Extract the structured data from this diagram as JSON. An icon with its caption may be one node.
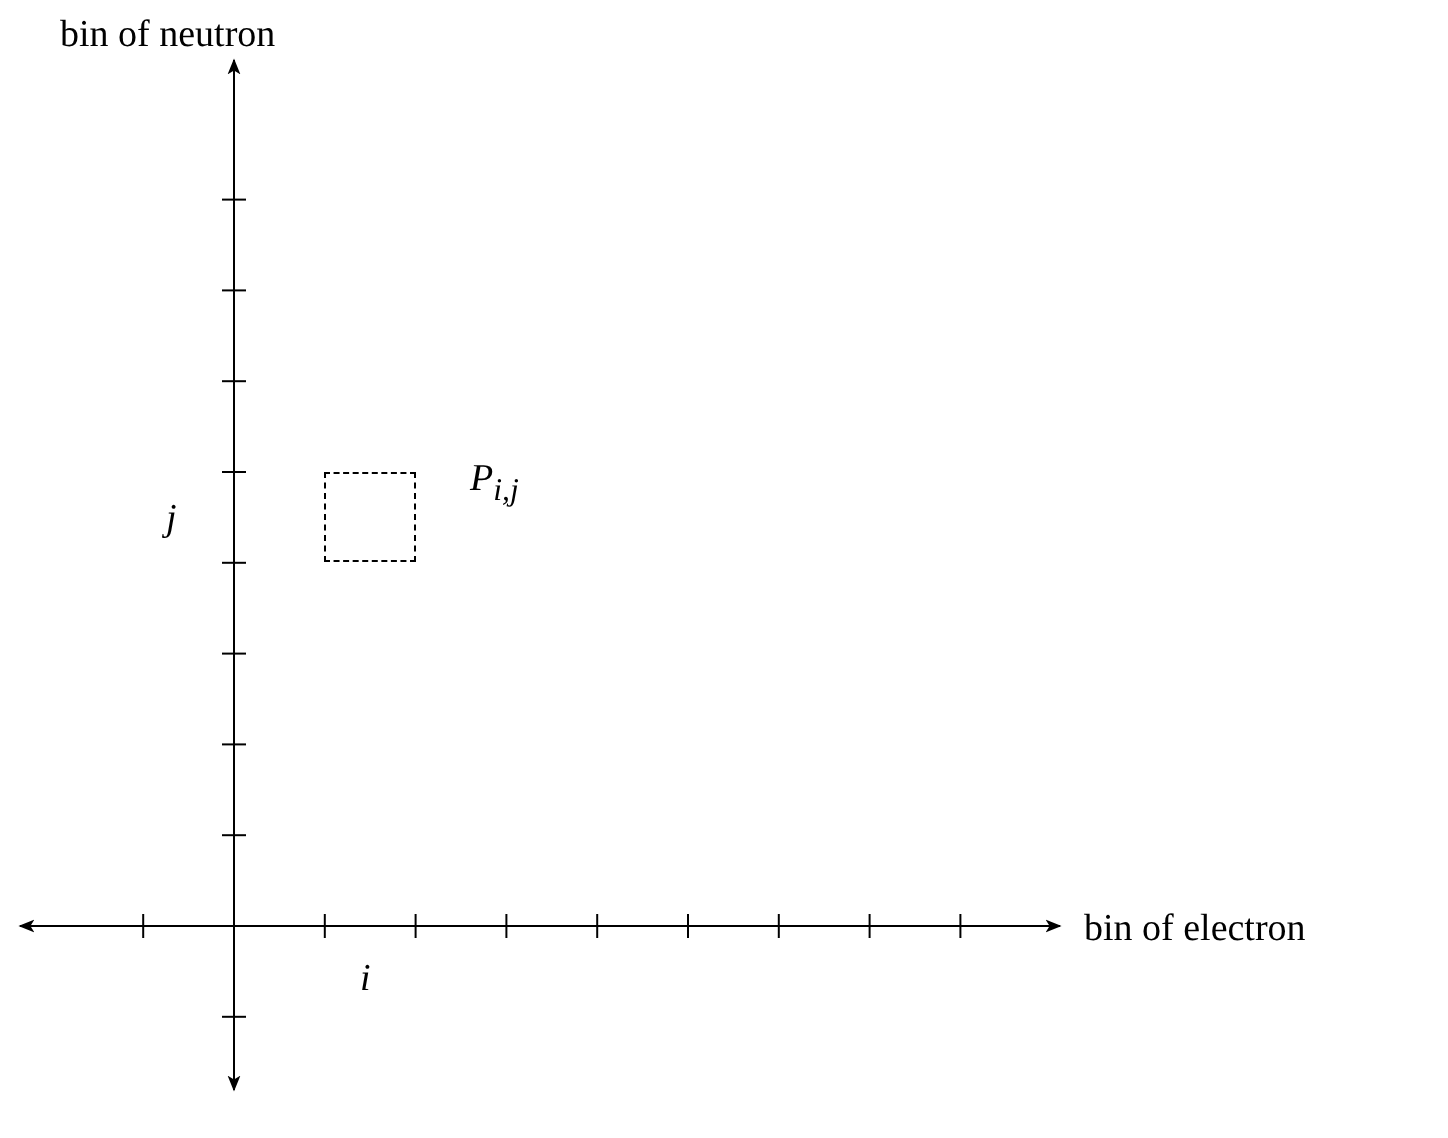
{
  "diagram": {
    "nodes": [
      {
        "text": [],
        "shape": "box",
        "beside": [
          "P$_{i,j}$"
        ]
      }
    ],
    "labels": [
      "bin of neutron",
      "j",
      "bin of electron",
      "i"
    ]
  }
}
